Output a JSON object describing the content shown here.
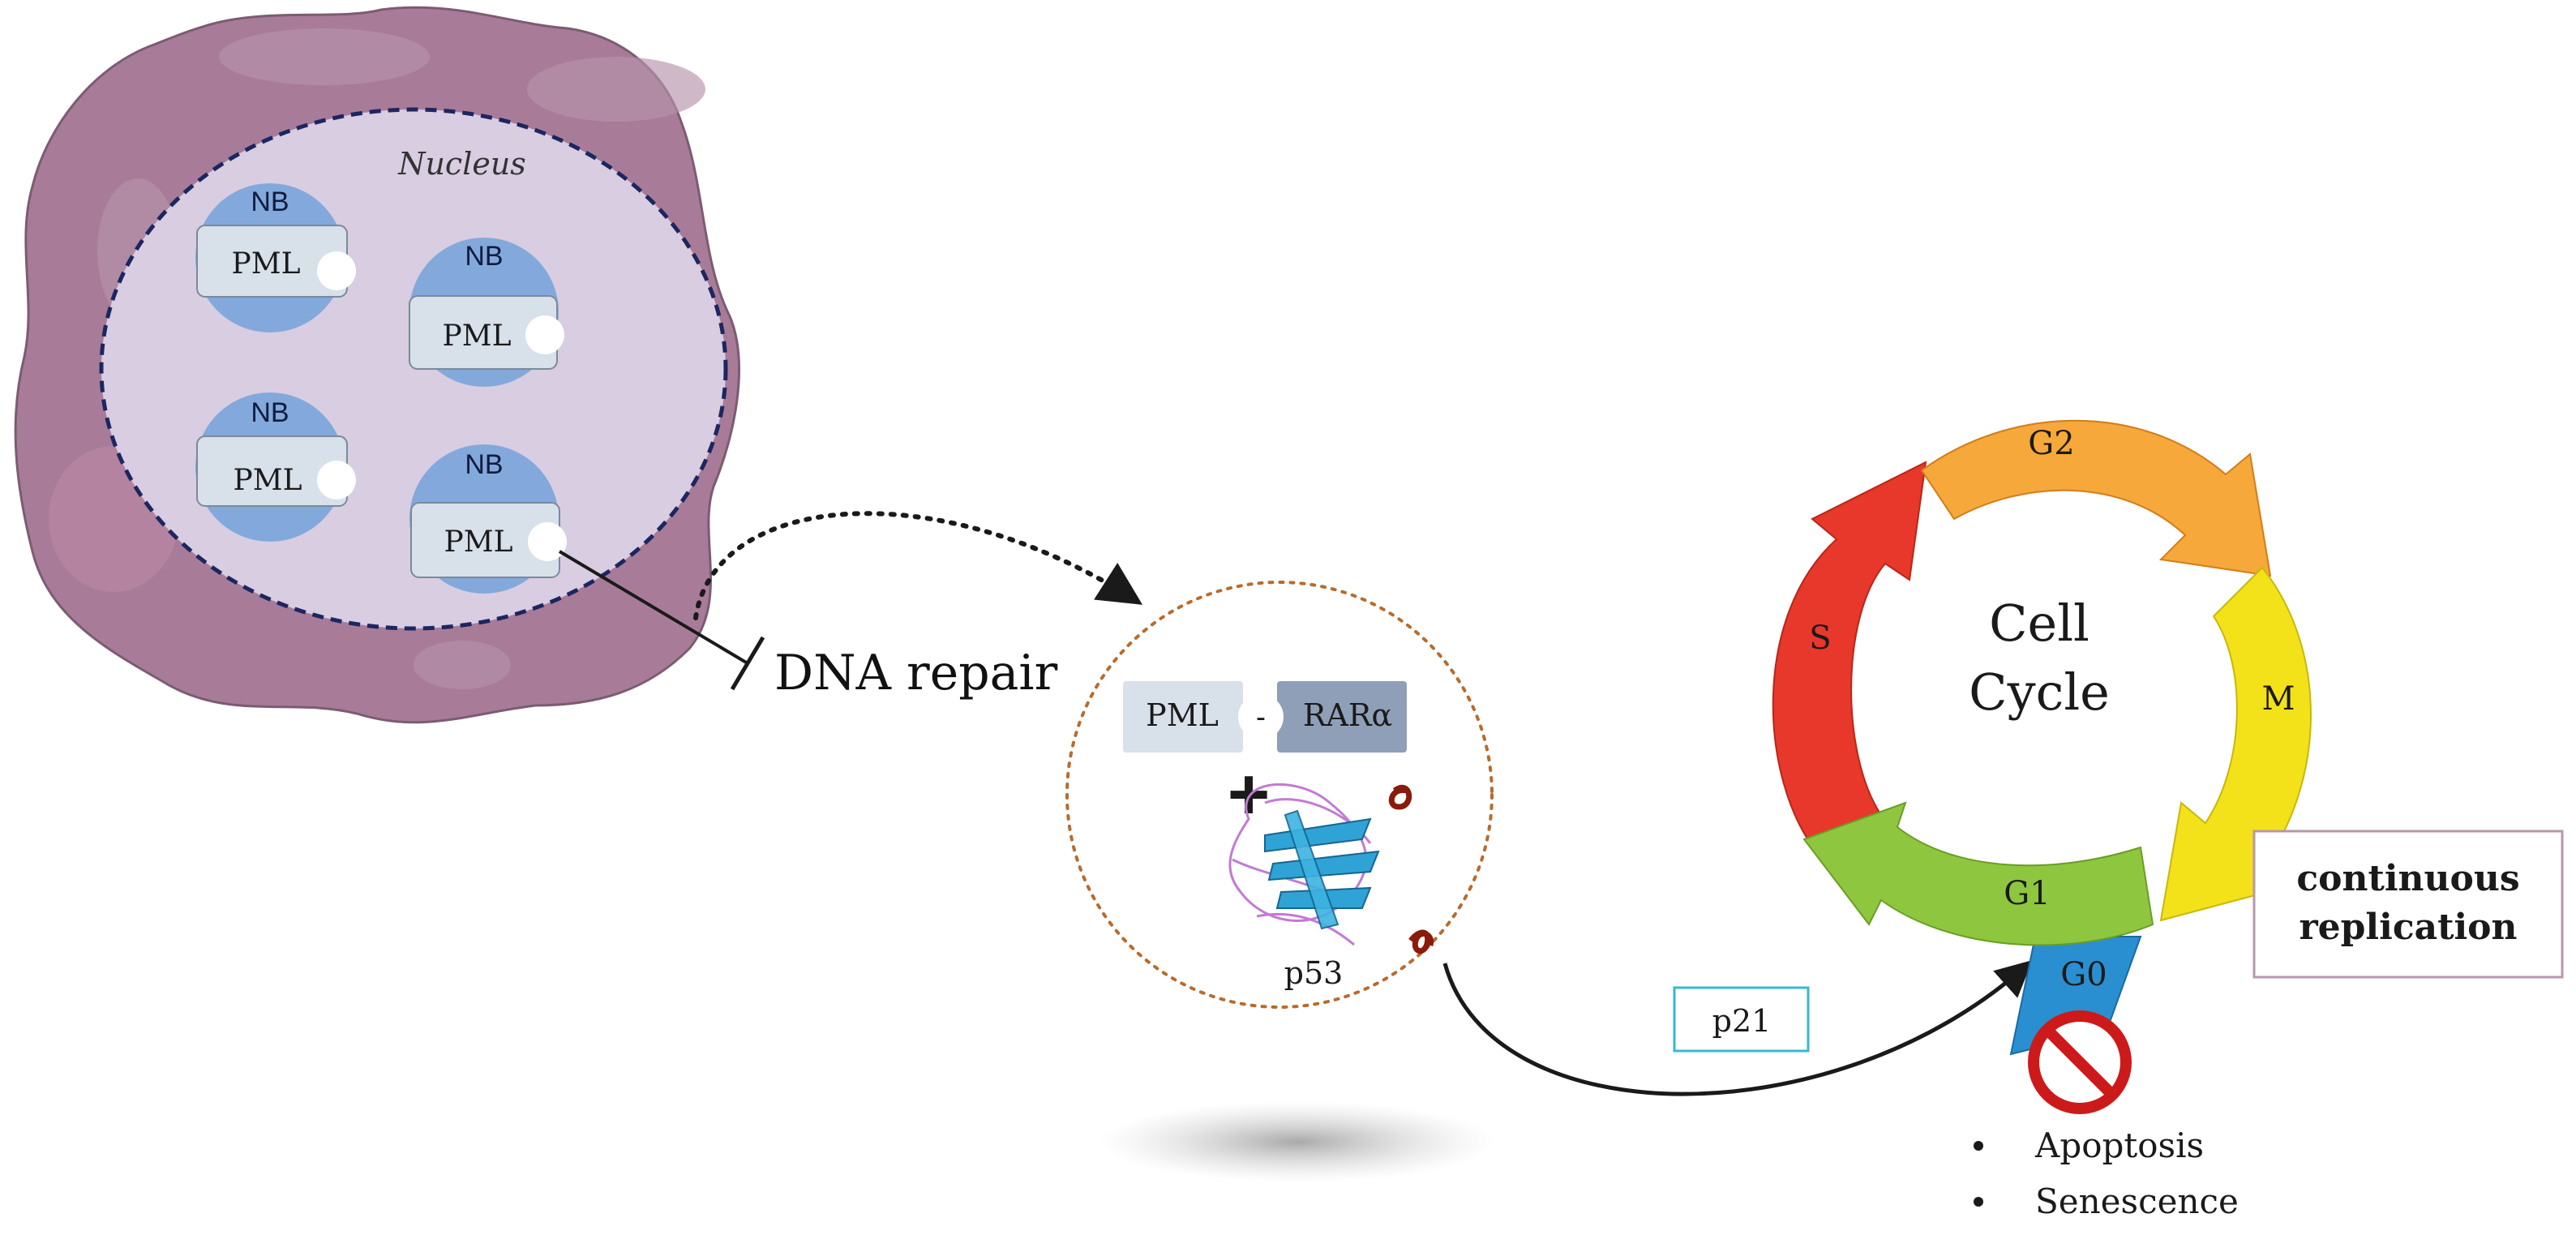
{
  "cell": {
    "nucleus_label": "Nucleus",
    "bodies": [
      {
        "nb_label": "NB",
        "pml_label": "PML"
      },
      {
        "nb_label": "NB",
        "pml_label": "PML"
      },
      {
        "nb_label": "NB",
        "pml_label": "PML"
      },
      {
        "nb_label": "NB",
        "pml_label": "PML"
      }
    ]
  },
  "dna_repair_label": "DNA repair",
  "fusion": {
    "pml_label": "PML",
    "connector_label": "-",
    "rar_label": "RARα",
    "plus_label": "+",
    "p53_label": "p53"
  },
  "p21_label": "p21",
  "cell_cycle": {
    "title_line1": "Cell",
    "title_line2": "Cycle",
    "phases": {
      "g2": "G2",
      "m": "M",
      "g1": "G1",
      "s": "S",
      "g0": "G0"
    },
    "colors": {
      "g2": "#f6a83b",
      "m": "#f3e21a",
      "g1": "#8ec63f",
      "s": "#e8382b",
      "g0": "#2a8fd0"
    }
  },
  "continuous_replication": {
    "line1": "continuous",
    "line2": "replication"
  },
  "outcomes": [
    "Apoptosis",
    "Senescence"
  ],
  "colors": {
    "membrane": "#a87c98",
    "nucleus_fill": "#d9cde2",
    "nucleus_border": "#1c2660",
    "nb_fill": "#83a9dc",
    "pml_box": "#d8e0ea",
    "prohibit": "#cc1a1a"
  }
}
